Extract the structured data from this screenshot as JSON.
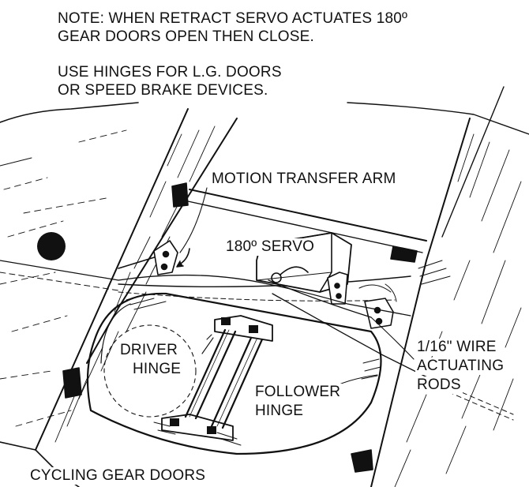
{
  "notes": {
    "line1": "NOTE: WHEN RETRACT SERVO ACTUATES 180º",
    "line2": "GEAR DOORS OPEN THEN CLOSE.",
    "line3": "USE HINGES FOR L.G. DOORS",
    "line4": "OR SPEED BRAKE DEVICES."
  },
  "callouts": {
    "motion_arm": "MOTION TRANSFER ARM",
    "servo": "180º SERVO",
    "driver_1": "DRIVER",
    "driver_2": "HINGE",
    "follower_1": "FOLLOWER",
    "follower_2": "HINGE",
    "wire_1": "1/16\" WIRE",
    "wire_2": "ACTUATING",
    "wire_3": "RODS"
  },
  "caption": "CYCLING GEAR DOORS",
  "colors": {
    "ink": "#111111",
    "paper": "#ffffff"
  }
}
